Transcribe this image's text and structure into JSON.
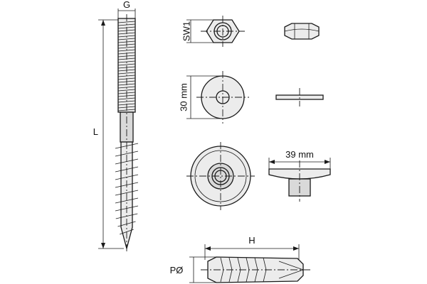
{
  "labels": {
    "thread_diameter": "G",
    "length": "L",
    "wrench_size": "SW1",
    "washer_diameter": "30 mm",
    "seal_diameter": "39 mm",
    "anchor_length": "H",
    "anchor_diameter": "PØ"
  },
  "colors": {
    "line": "#1a1a1a",
    "part_fill": "#ececec",
    "part_fill_dark": "#d9d9d9",
    "background": "#ffffff"
  },
  "parts": [
    "hanger-bolt",
    "hex-nut",
    "washer",
    "sealing-washer",
    "wall-plug"
  ]
}
